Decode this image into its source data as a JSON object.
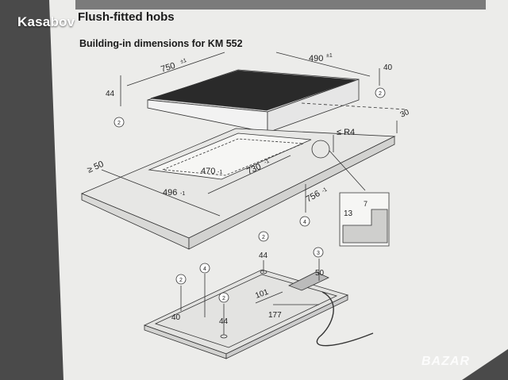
{
  "doc": {
    "heading": "Flush-fitted hobs",
    "subheading": "Building-in dimensions for KM 552"
  },
  "overlay": {
    "seller": "Kasabov",
    "watermark": "BAZAR"
  },
  "colors": {
    "paper": "#ececea",
    "hob_glass": "#2a2a2a",
    "lines": "#333333",
    "outer": "#4a4a4a"
  },
  "dims": {
    "hob_width": "750",
    "hob_width_tol": "±1",
    "hob_depth": "490",
    "hob_depth_tol": "±1",
    "hob_height_left": "44",
    "hob_height_right": "40",
    "worktop_gap": "30",
    "corner_radius": "≤ R4",
    "front_edge": "≥ 50",
    "cut_width": "730",
    "cut_width_tol": "-1",
    "cut_inner_depth": "470",
    "cut_inner_depth_tol": "-1",
    "cut_depth": "496",
    "cut_depth_tol": "-1",
    "cut_outer_width": "756",
    "cut_outer_width_tol": "-1",
    "rebate_width": "13",
    "rebate_depth": "7",
    "bottom_height_a": "44",
    "bottom_height_b": "50",
    "bottom_height_c": "40",
    "bottom_height_d": "44",
    "connection_offset": "101",
    "connection_width": "177"
  },
  "callouts": [
    "2",
    "4",
    "3"
  ]
}
